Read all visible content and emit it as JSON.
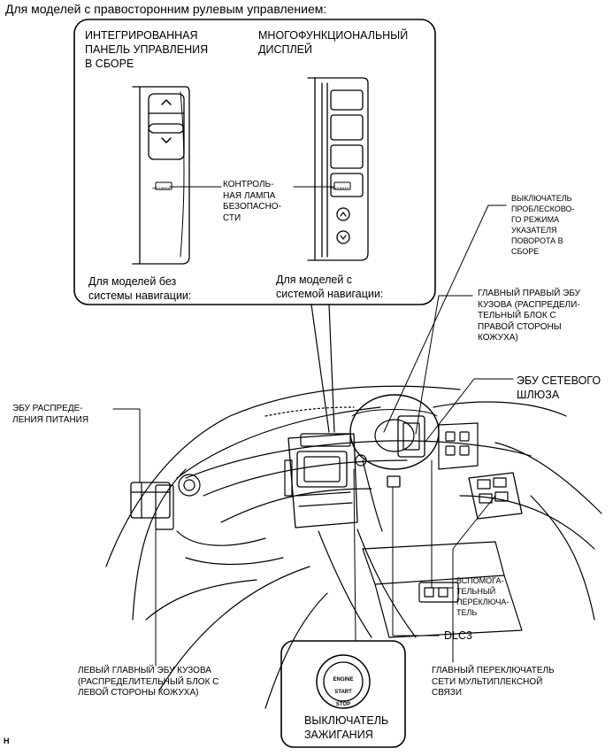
{
  "header": "Для моделей с правосторонним рулевым управлением:",
  "callout": {
    "integrated_panel": "ИНТЕГРИРОВАННАЯ\nПАНЕЛЬ УПРАВЛЕНИЯ\nВ СБОРЕ",
    "multi_display": "МНОГОФУНКЦИОНАЛЬНЫЙ\nДИСПЛЕЙ",
    "security_lamp": "КОНТРОЛЬ-\nНАЯ ЛАМПА\nБЕЗОПАСНО-\nСТИ",
    "no_nav": "Для моделей без\nсистемы навигации:",
    "with_nav": "Для моделей с\nсистемой навигации:",
    "security_text": "SECURITY"
  },
  "labels": {
    "turn_signal_switch": "ВЫКЛЮЧАТЕЛЬ\nПРОБЛЕСКОВО-\nГО РЕЖИМА\nУКАЗАТЕЛЯ\nПОВОРОТА В\nСБОРЕ",
    "right_body_ecu": "ГЛАВНЫЙ ПРАВЫЙ ЭБУ\nКУЗОВА (РАСПРЕДЕЛИ-\nТЕЛЬНЫЙ БЛОК С\nПРАВОЙ СТОРОНЫ\nКОЖУХА)",
    "gateway_ecu": "ЭБУ СЕТЕВОГО\nШЛЮЗА",
    "power_dist_ecu": "ЭБУ РАСПРЕДЕ-\nЛЕНИЯ ПИТАНИЯ",
    "aux_switch": "ВСПОМОГА-\nТЕЛЬНЫЙ\nПЕРЕКЛЮЧА-\nТЕЛЬ",
    "dlc3": "DLC3",
    "left_body_ecu": "ЛЕВЫЙ ГЛАВНЫЙ ЭБУ КУЗОВА\n(РАСПРЕДЕЛИТЕЛЬНЫЙ БЛОК С\nЛЕВОЙ СТОРОНЫ КОЖУХА)",
    "multiplex_switch": "ГЛАВНЫЙ ПЕРЕКЛЮЧАТЕЛЬ\nСЕТИ МУЛЬТИПЛЕКСНОЙ\nСВЯЗИ",
    "ignition_switch": "ВЫКЛЮЧАТЕЛЬ\nЗАЖИГАНИЯ"
  },
  "button_text": {
    "line1": "ENGINE",
    "line2": "START",
    "line3": "STOP"
  },
  "footer_mark": "H"
}
